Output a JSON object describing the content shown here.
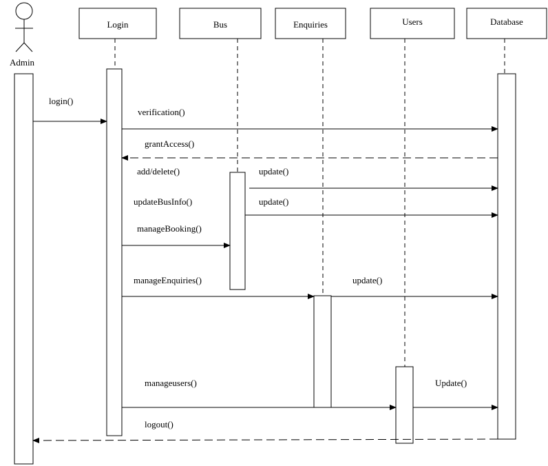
{
  "actor": {
    "name": "Admin"
  },
  "lifelines": [
    {
      "id": "login",
      "name": "Login"
    },
    {
      "id": "bus",
      "name": "Bus"
    },
    {
      "id": "enquiries",
      "name": "Enquiries"
    },
    {
      "id": "users",
      "name": "Users"
    },
    {
      "id": "database",
      "name": "Database"
    }
  ],
  "messages": [
    {
      "from": "admin",
      "to": "login",
      "label": "login()",
      "style": "solid"
    },
    {
      "from": "login",
      "to": "database",
      "label": "verification()",
      "style": "solid"
    },
    {
      "from": "database",
      "to": "login",
      "label": "grantAccess()",
      "style": "dashed"
    },
    {
      "from": "bus",
      "to": "database",
      "label": "update()",
      "style": "solid",
      "note_left": "add/delete()"
    },
    {
      "from": "bus",
      "to": "database",
      "label": "update()",
      "style": "solid",
      "note_left": "updateBusInfo()"
    },
    {
      "from": "login",
      "to": "bus",
      "label": "manageBooking()",
      "style": "solid"
    },
    {
      "from": "login",
      "to": "enquiries",
      "label": "manageEnquiries()",
      "style": "solid"
    },
    {
      "from": "enquiries",
      "to": "database",
      "label": "update()",
      "style": "solid"
    },
    {
      "from": "login",
      "to": "users",
      "label": "manageusers()",
      "style": "solid"
    },
    {
      "from": "users",
      "to": "database",
      "label": "Update()",
      "style": "solid"
    },
    {
      "from": "database",
      "to": "admin",
      "label": "logout()",
      "style": "dashed"
    }
  ]
}
